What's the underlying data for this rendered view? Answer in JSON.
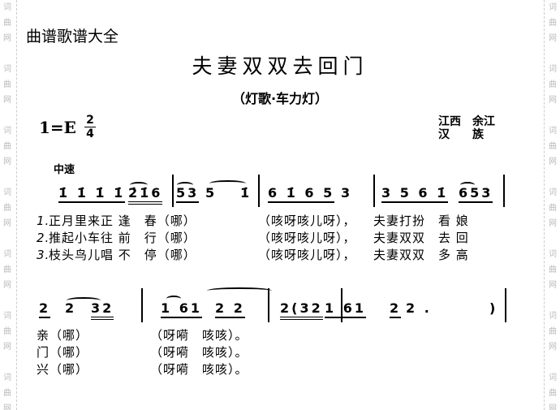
{
  "watermark": "词曲网",
  "header": {
    "site": "曲谱歌谱大全",
    "title": "夫妻双双去回门",
    "subtitle": "（灯歌·车力灯）",
    "key": "1=E",
    "time_top": "2",
    "time_bottom": "4",
    "origin_line1": "江西　余江",
    "origin_line2": "汉　　族",
    "tempo": "中速"
  },
  "row1": {
    "notes": [
      "1̇ 1̇ 1̇ 1̇",
      "2̇1̇6",
      "53",
      "5",
      "1̇",
      "6 1̇ 6 5",
      "3",
      "3 5 6 1̇",
      "653"
    ],
    "lyrics": [
      [
        "1.",
        "正月里来正 逢　春（哪）",
        "（咳呀咳儿呀），",
        "夫妻打扮　看 娘"
      ],
      [
        "2.",
        "推起小车往 前　行（哪）",
        "（咳呀咳儿呀），",
        "夫妻双双　去 回"
      ],
      [
        "3.",
        "枝头鸟儿唱 不　停（哪）",
        "（咳呀咳儿呀），",
        "夫妻双双　多 高"
      ]
    ]
  },
  "row2": {
    "notes": [
      "2",
      "2",
      "32",
      "1 61",
      "2 2",
      "2(32",
      "1 61",
      "2",
      "2 .",
      ")"
    ],
    "lyrics": [
      [
        "亲（哪）",
        "（呀嗬　咳咳）。"
      ],
      [
        "门（哪）",
        "（呀嗬　咳咳）。"
      ],
      [
        "兴（哪）",
        "（呀嗬　咳咳）。"
      ]
    ]
  }
}
